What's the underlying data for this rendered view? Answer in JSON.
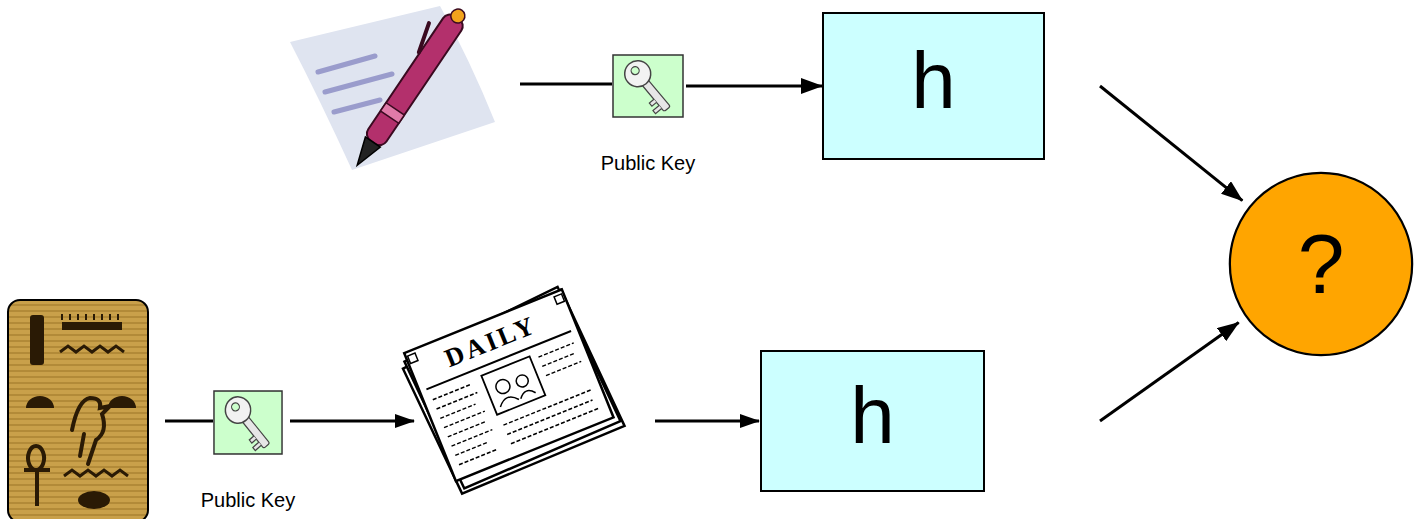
{
  "diagram": {
    "nodes": [
      {
        "text": [
          "Public Key"
        ]
      },
      {
        "text": [
          "h"
        ]
      },
      {
        "text": [
          "?"
        ]
      },
      {
        "text": [
          "Public Key"
        ]
      },
      {
        "text": [
          "h"
        ]
      }
    ],
    "edges": [
      {
        "from": 0,
        "to": 1,
        "arrow": "to"
      },
      {
        "from": 1,
        "to": 2,
        "arrow": "to"
      },
      {
        "from": 4,
        "to": 2,
        "arrow": "to"
      }
    ],
    "labels": [
      "DAILY"
    ]
  }
}
